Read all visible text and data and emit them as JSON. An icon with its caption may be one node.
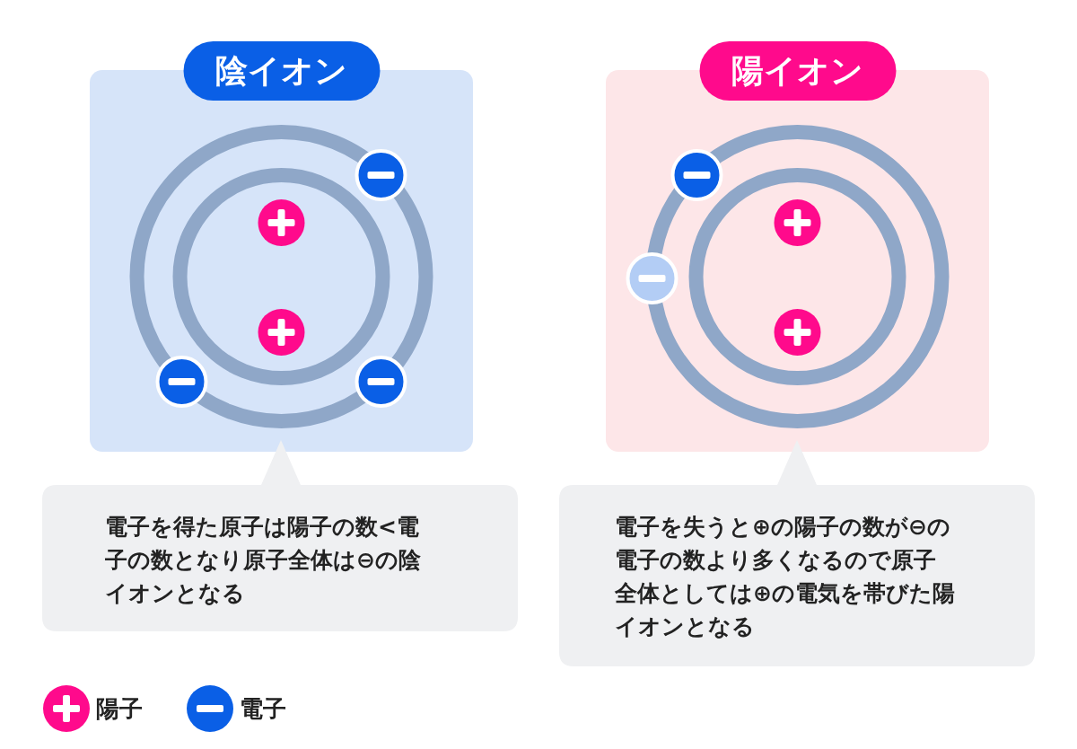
{
  "diagram": {
    "nodes": [
      {
        "text": [
          "陰イオン"
        ]
      },
      {
        "text": [
          "陽イオン"
        ]
      },
      {
        "text": [
          "電子を得た原子は陽子の数<電子の数となり原子全体は⊖の陰イオンとなる"
        ]
      },
      {
        "text": [
          "電子を失うと⊕の陽子の数が⊖の電子の数より多くなるので原子全体としては⊕の電気を帯びた陽イオンとなる"
        ]
      }
    ],
    "legend": [
      {
        "text": "陽子",
        "color": "#ff0a8c"
      },
      {
        "text": "電子",
        "color": "#0a5fe6"
      }
    ]
  }
}
